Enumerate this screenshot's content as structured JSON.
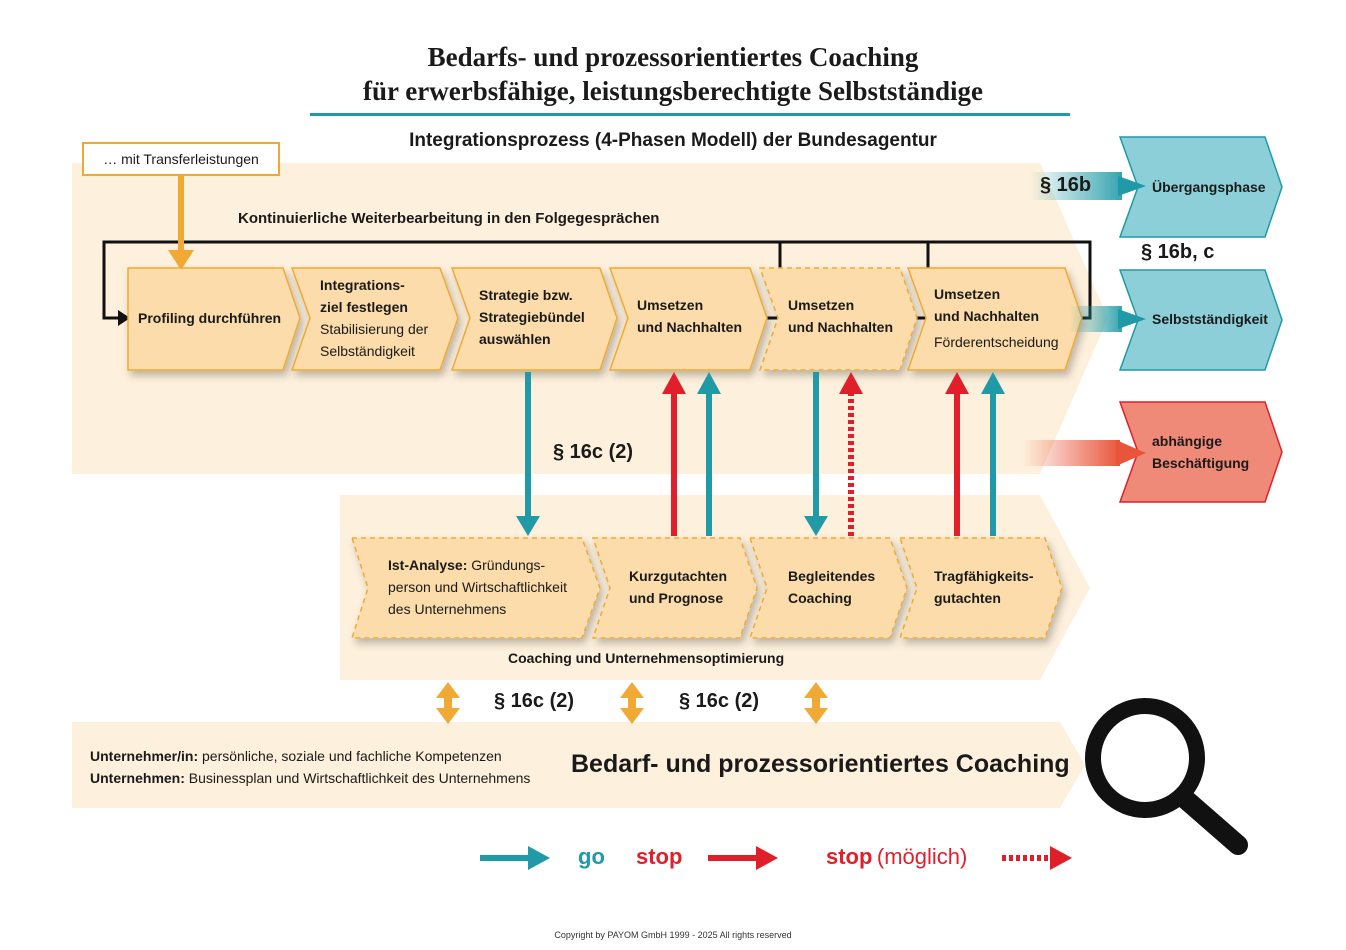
{
  "title": {
    "line1": "Bedarfs- und prozessorientiertes Coaching",
    "line2": "für erwerbsfähige, leistungsberechtigte Selbstständige"
  },
  "subtitle": "Integrationsprozess (4-Phasen Modell) der Bundesagentur",
  "transfer_label": "… mit Transferleistungen",
  "loop_label": "Kontinuierliche Weiterbearbeitung in den Folgegesprächen",
  "phases": [
    {
      "line1": "Profiling durchführen"
    },
    {
      "line1": "Integrations-",
      "line2": "ziel festlegen",
      "line3": "Stabilisierung der",
      "line4": "Selbständigkeit"
    },
    {
      "line1": "Strategie bzw.",
      "line2": "Strategiebündel",
      "line3": "auswählen"
    },
    {
      "line1": "Umsetzen",
      "line2": "und Nachhalten"
    },
    {
      "line1": "Umsetzen",
      "line2": "und Nachhalten"
    },
    {
      "line1": "Umsetzen",
      "line2": "und Nachhalten",
      "line3": "Förderentscheidung"
    }
  ],
  "outcomes": {
    "para_16b": "§ 16b",
    "para_16bc": "§ 16b, c",
    "uebergang": "Übergangsphase",
    "selbst": "Selbstständigkeit",
    "abh_line1": "abhängige",
    "abh_line2": "Beschäftigung"
  },
  "para_16c_mid": "§ 16c (2)",
  "coaching_steps": [
    {
      "bold": "Ist-Analyse:",
      "rest1": " Gründungs-",
      "line2": "person und Wirtschaftlichkeit",
      "line3": "des Unternehmens"
    },
    {
      "line1": "Kurzgutachten",
      "line2": "und Prognose"
    },
    {
      "line1": "Begleitendes",
      "line2": "Coaching"
    },
    {
      "line1": "Tragfähigkeits-",
      "line2": "gutachten"
    }
  ],
  "coaching_label": "Coaching und Unternehmensoptimierung",
  "para_16c_a": "§ 16c (2)",
  "para_16c_b": "§ 16c (2)",
  "bottom": {
    "l1_bold": "Unternehmer/in:",
    "l1_rest": " persönliche, soziale und fachliche Kompetenzen",
    "l2_bold": "Unternehmen:",
    "l2_rest": " Businessplan und Wirtschaftlichkeit des Unternehmens",
    "big": "Bedarf- und prozessorientiertes Coaching"
  },
  "legend": {
    "go": "go",
    "stop": "stop",
    "stop2": "stop",
    "moeglich": "(möglich)"
  },
  "colors": {
    "teal": "#1f9aa6",
    "red": "#e01f2b",
    "orange": "#f0a935",
    "phase_fill": "#fbdcaa",
    "bg_fill": "#fdf0dc",
    "outcome_teal": "#8dcfd8",
    "outcome_red": "#f08a78"
  },
  "copyright": "Copyright by PAYOM GmbH 1999 - 2025 All rights reserved"
}
